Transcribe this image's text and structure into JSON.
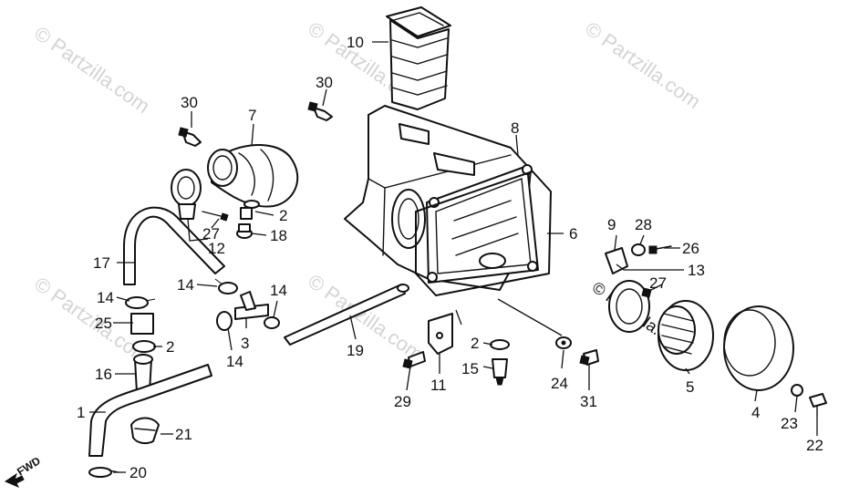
{
  "watermark": "© Partzilla.com",
  "direction_marker": "FWD",
  "callouts": [
    {
      "key": "10",
      "text": "10"
    },
    {
      "key": "30a",
      "text": "30"
    },
    {
      "key": "30b",
      "text": "30"
    },
    {
      "key": "7",
      "text": "7"
    },
    {
      "key": "8",
      "text": "8"
    },
    {
      "key": "2a",
      "text": "2"
    },
    {
      "key": "27a",
      "text": "27"
    },
    {
      "key": "12",
      "text": "12"
    },
    {
      "key": "18",
      "text": "18"
    },
    {
      "key": "6",
      "text": "6"
    },
    {
      "key": "17",
      "text": "17"
    },
    {
      "key": "9",
      "text": "9"
    },
    {
      "key": "28",
      "text": "28"
    },
    {
      "key": "26",
      "text": "26"
    },
    {
      "key": "13",
      "text": "13"
    },
    {
      "key": "27b",
      "text": "27"
    },
    {
      "key": "14a",
      "text": "14"
    },
    {
      "key": "14b",
      "text": "14"
    },
    {
      "key": "14c",
      "text": "14"
    },
    {
      "key": "14d",
      "text": "14"
    },
    {
      "key": "25",
      "text": "25"
    },
    {
      "key": "2b",
      "text": "2"
    },
    {
      "key": "3",
      "text": "3"
    },
    {
      "key": "19",
      "text": "19"
    },
    {
      "key": "16",
      "text": "16"
    },
    {
      "key": "2c",
      "text": "2"
    },
    {
      "key": "15",
      "text": "15"
    },
    {
      "key": "24",
      "text": "24"
    },
    {
      "key": "5",
      "text": "5"
    },
    {
      "key": "4",
      "text": "4"
    },
    {
      "key": "1",
      "text": "1"
    },
    {
      "key": "11",
      "text": "11"
    },
    {
      "key": "29",
      "text": "29"
    },
    {
      "key": "31",
      "text": "31"
    },
    {
      "key": "23",
      "text": "23"
    },
    {
      "key": "21",
      "text": "21"
    },
    {
      "key": "22",
      "text": "22"
    },
    {
      "key": "20",
      "text": "20"
    }
  ]
}
